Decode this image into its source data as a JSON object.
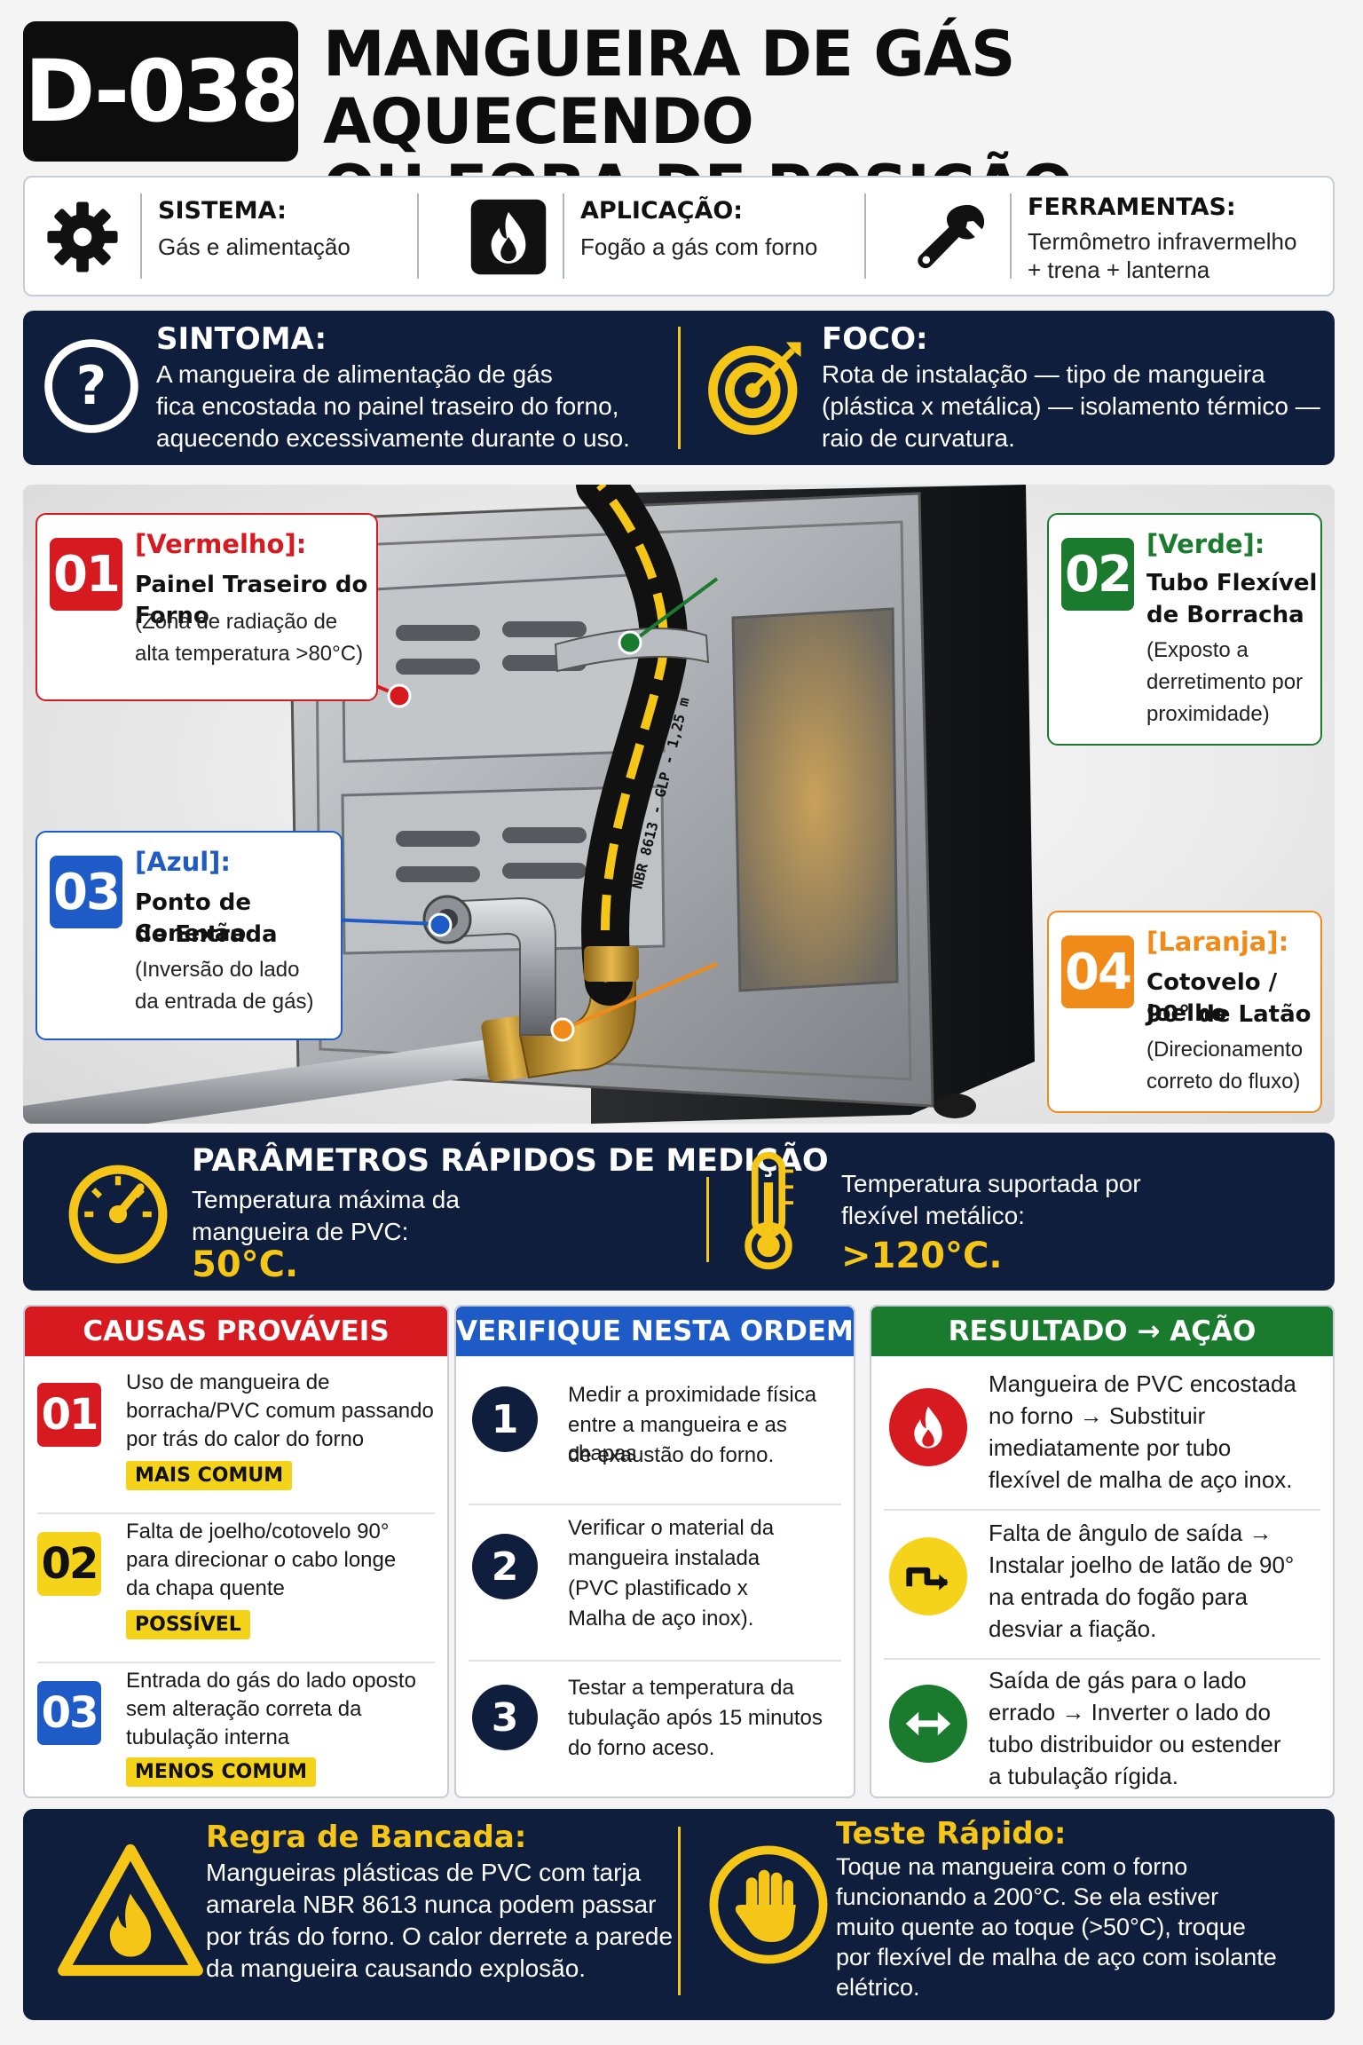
{
  "header": {
    "code": "D-038",
    "title_line1": "MANGUEIRA DE GÁS AQUECENDO",
    "title_line2": "OU FORA DE POSIÇÃO"
  },
  "info": {
    "sistema": {
      "label": "SISTEMA:",
      "text": "Gás e alimentação",
      "icon": "gear-icon"
    },
    "aplicacao": {
      "label": "APLICAÇÃO:",
      "text": "Fogão a gás com forno",
      "icon": "flame-icon"
    },
    "ferramentas": {
      "label": "FERRAMENTAS:",
      "line1": "Termômetro infravermelho",
      "line2": "+ trena + lanterna",
      "icon": "wrench-icon"
    }
  },
  "sintoma": {
    "label": "SINTOMA:",
    "line1": "A mangueira de alimentação de gás",
    "line2": "fica encostada no painel traseiro do forno,",
    "line3": "aquecendo excessivamente durante o uso."
  },
  "foco": {
    "label": "FOCO:",
    "line1": "Rota de instalação — tipo de mangueira",
    "line2": "(plástica x metálica) — isolamento térmico —",
    "line3": "raio de curvatura."
  },
  "callouts": [
    {
      "num": "01",
      "tag": "[Vermelho]:",
      "name1": "Painel Traseiro do Forno",
      "desc1": "(Zona de radiação de",
      "desc2": "alta temperatura >80°C)",
      "color": "#d71920"
    },
    {
      "num": "02",
      "tag": "[Verde]:",
      "name1": "Tubo Flexível",
      "name2": "de Borracha",
      "desc1": "(Exposto a",
      "desc2": "derretimento por",
      "desc3": "proximidade)",
      "color": "#1a7a2e"
    },
    {
      "num": "03",
      "tag": "[Azul]:",
      "name1": "Ponto de Conexão",
      "name2": "de Entrada",
      "desc1": "(Inversão do lado",
      "desc2": "da entrada de gás)",
      "color": "#1e5bc6"
    },
    {
      "num": "04",
      "tag": "[Laranja]:",
      "name1": "Cotovelo / Joelho",
      "name2": "90° de Latão",
      "desc1": "(Direcionamento",
      "desc2": "correto do fluxo)",
      "color": "#f08a18"
    }
  ],
  "hose_print": "NBR 8613 - GLP - 1,25 m",
  "params": {
    "title": "PARÂMETROS RÁPIDOS DE MEDIÇÃO",
    "left_line1": "Temperatura máxima da",
    "left_line2": "mangueira de PVC:",
    "left_value": "50°C.",
    "right_line1": "Temperatura suportada por",
    "right_line2": "flexível metálico:",
    "right_value": ">120°C."
  },
  "causas": {
    "title": "CAUSAS  PROVÁVEIS",
    "items": [
      {
        "num": "01",
        "l1": "Uso de mangueira de",
        "l2": "borracha/PVC comum passando",
        "l3": "por trás do calor do forno",
        "badge": "MAIS COMUM"
      },
      {
        "num": "02",
        "l1": "Falta de joelho/cotovelo 90°",
        "l2": "para direcionar o cabo longe",
        "l3": "da chapa quente",
        "badge": "POSSÍVEL"
      },
      {
        "num": "03",
        "l1": "Entrada do gás do lado oposto",
        "l2": "sem alteração correta da",
        "l3": "tubulação interna",
        "badge": "MENOS COMUM"
      }
    ]
  },
  "verifique": {
    "title": "VERIFIQUE NESTA ORDEM",
    "items": [
      {
        "num": "1",
        "l1": "Medir a proximidade física",
        "l2": "entre a mangueira e as chapas",
        "l3": "de exaustão do forno.",
        "l4": ""
      },
      {
        "num": "2",
        "l1": "Verificar o material da",
        "l2": "mangueira instalada",
        "l3": "(PVC plastificado x",
        "l4": "Malha de aço inox)."
      },
      {
        "num": "3",
        "l1": "Testar a temperatura da",
        "l2": "tubulação após 15 minutos",
        "l3": "do forno aceso.",
        "l4": ""
      }
    ]
  },
  "resultado": {
    "title": "RESULTADO → AÇÃO",
    "items": [
      {
        "l1": "Mangueira de PVC encostada",
        "l2": "no forno → Substituir",
        "l3": "imediatamente por tubo",
        "l4": "flexível de malha de aço inox.",
        "icon": "fire-icon",
        "color": "#d71920"
      },
      {
        "l1": "Falta de ângulo de saída →",
        "l2": "Instalar joelho de latão de 90°",
        "l3": "na entrada do fogão para",
        "l4": "desviar a fiação.",
        "icon": "pipe-elbow-icon",
        "color": "#f5d31a"
      },
      {
        "l1": "Saída de gás para o lado",
        "l2": "errado → Inverter o lado do",
        "l3": "tubo distribuidor ou estender",
        "l4": "a tubulação rígida.",
        "icon": "swap-arrows-icon",
        "color": "#1a7a2e"
      }
    ]
  },
  "footer": {
    "regra": {
      "title": "Regra de Bancada:",
      "l1": "Mangueiras plásticas de PVC com tarja",
      "l2": "amarela NBR 8613 nunca podem passar",
      "l3": "por trás do forno. O calor derrete a parede",
      "l4": "da mangueira causando explosão."
    },
    "teste": {
      "title": "Teste Rápido:",
      "l1": "Toque na mangueira com o forno",
      "l2": "funcionando a 200°C. Se ela estiver",
      "l3": "muito quente ao toque (>50°C), troque",
      "l4": "por flexível de malha de aço com isolante",
      "l5": "elétrico."
    }
  }
}
